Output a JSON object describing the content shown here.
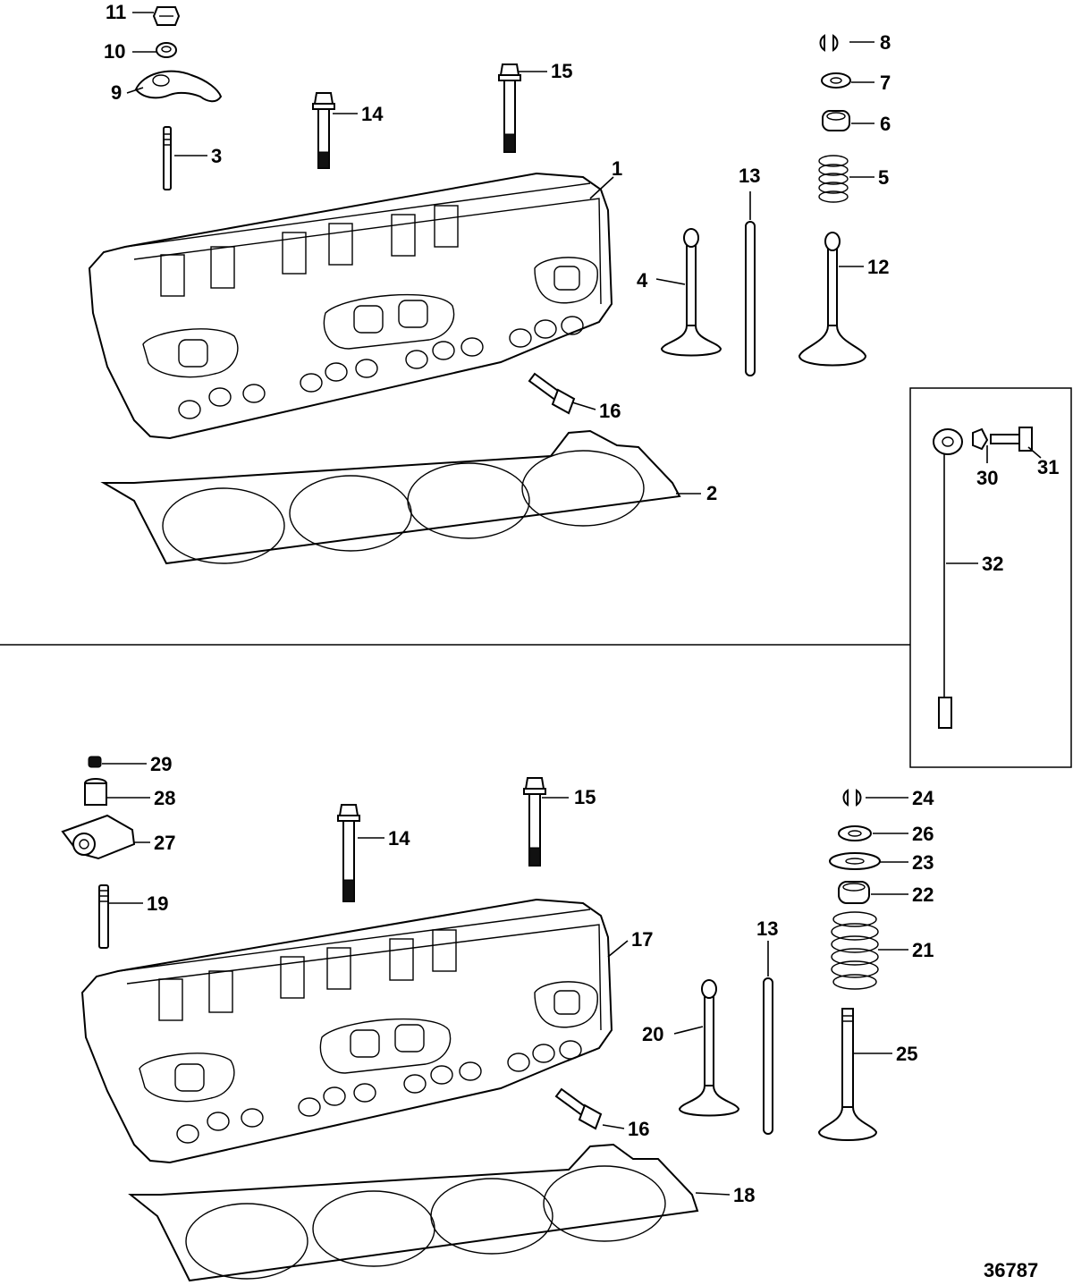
{
  "figure_number": "36787",
  "callouts": {
    "c1": "1",
    "c2": "2",
    "c3": "3",
    "c4": "4",
    "c5": "5",
    "c6": "6",
    "c7": "7",
    "c8": "8",
    "c9": "9",
    "c10": "10",
    "c11": "11",
    "c12": "12",
    "c13a": "13",
    "c14a": "14",
    "c15a": "15",
    "c16a": "16",
    "c17": "17",
    "c18": "18",
    "c19": "19",
    "c20": "20",
    "c21": "21",
    "c22": "22",
    "c23": "23",
    "c24": "24",
    "c25": "25",
    "c26": "26",
    "c27": "27",
    "c28": "28",
    "c29": "29",
    "c30": "30",
    "c31": "31",
    "c32": "32",
    "c13b": "13",
    "c14b": "14",
    "c15b": "15",
    "c16b": "16"
  }
}
